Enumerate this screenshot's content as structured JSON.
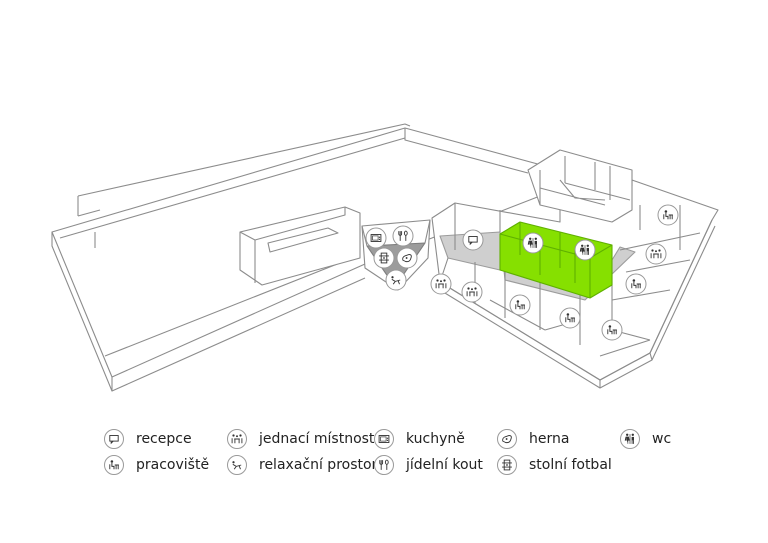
{
  "legend": {
    "recepce": "recepce",
    "pracoviste": "pracoviště",
    "jednaci": "jednací místnost",
    "relax": "relaxační prostor",
    "kuchyne": "kuchyně",
    "jidelni": "jídelní kout",
    "herna": "herna",
    "fotbal": "stolní fotbal",
    "wc": "wc"
  },
  "colors": {
    "highlight": "#86e000",
    "highlight_dark": "#5fb000",
    "gray_area": "#cfcfcf",
    "dark_gray": "#9c9c9c",
    "line": "#8c8c8c"
  }
}
